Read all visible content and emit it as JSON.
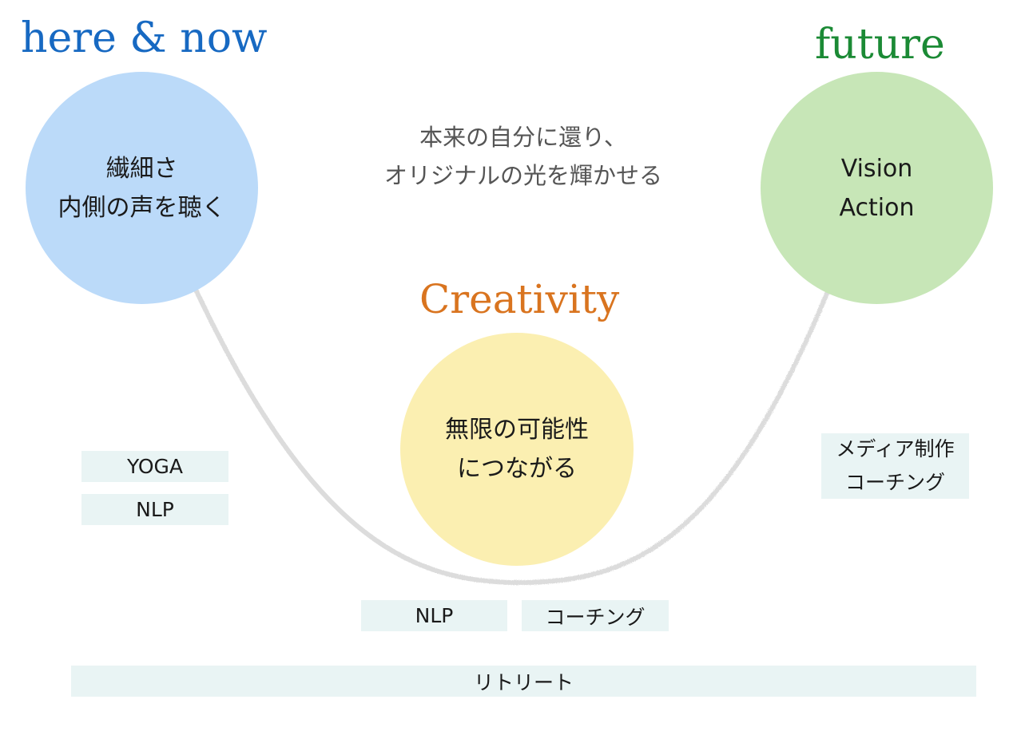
{
  "headings": {
    "here_now": "here & now",
    "future": "future",
    "creativity": "Creativity"
  },
  "circles": {
    "here_now": {
      "line1": "繊細さ",
      "line2": "内側の声を聴く"
    },
    "future": {
      "line1": "Vision",
      "line2": "Action"
    },
    "creativity": {
      "line1": "無限の可能性",
      "line2": "につながる"
    }
  },
  "tagline": {
    "line1": "本来の自分に還り、",
    "line2": "オリジナルの光を輝かせる"
  },
  "tags": {
    "yoga": "YOGA",
    "nlp_left": "NLP",
    "media_line1": "メディア制作",
    "media_line2": "コーチング",
    "nlp_bottom": "NLP",
    "coaching_bottom": "コーチング",
    "retreat": "リトリート"
  },
  "colors": {
    "here_now": "#1769c2",
    "future": "#1b8a35",
    "creativity": "#d9741f",
    "circle_here_now": "#bbdaf9",
    "circle_future": "#c7e6b7",
    "circle_creativity": "#fbefb1",
    "tag_background": "#e9f4f4",
    "curve": "#dcdcdc"
  }
}
